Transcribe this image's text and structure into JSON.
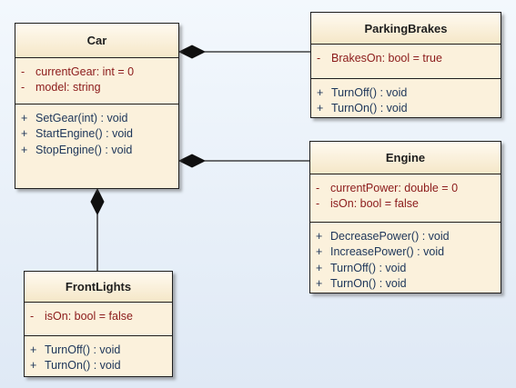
{
  "classes": {
    "car": {
      "name": "Car",
      "attributes": [
        {
          "visibility": "-",
          "text": "currentGear:  int = 0"
        },
        {
          "visibility": "-",
          "text": "model:  string"
        }
      ],
      "operations": [
        {
          "visibility": "+",
          "text": "SetGear(int) : void"
        },
        {
          "visibility": "+",
          "text": "StartEngine() : void"
        },
        {
          "visibility": "+",
          "text": "StopEngine() : void"
        }
      ]
    },
    "parking_brakes": {
      "name": "ParkingBrakes",
      "attributes": [
        {
          "visibility": "-",
          "text": "BrakesOn:  bool = true"
        }
      ],
      "operations": [
        {
          "visibility": "+",
          "text": "TurnOff() : void"
        },
        {
          "visibility": "+",
          "text": "TurnOn() : void"
        }
      ]
    },
    "engine": {
      "name": "Engine",
      "attributes": [
        {
          "visibility": "-",
          "text": "currentPower:  double = 0"
        },
        {
          "visibility": "-",
          "text": "isOn:  bool = false"
        }
      ],
      "operations": [
        {
          "visibility": "+",
          "text": "DecreasePower() : void"
        },
        {
          "visibility": "+",
          "text": "IncreasePower() : void"
        },
        {
          "visibility": "+",
          "text": "TurnOff() : void"
        },
        {
          "visibility": "+",
          "text": "TurnOn() : void"
        }
      ]
    },
    "front_lights": {
      "name": "FrontLights",
      "attributes": [
        {
          "visibility": "-",
          "text": "isOn:  bool = false"
        }
      ],
      "operations": [
        {
          "visibility": "+",
          "text": "TurnOff() : void"
        },
        {
          "visibility": "+",
          "text": "TurnOn() : void"
        }
      ]
    }
  },
  "colors": {
    "class_fill": "#fbf1dc",
    "attribute_text": "#8b1a1a",
    "operation_text": "#1c3559",
    "border": "#1d1d1d"
  }
}
